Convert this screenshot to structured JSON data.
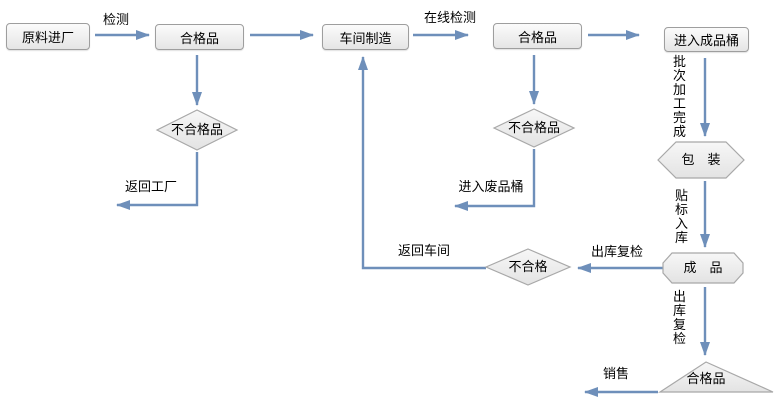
{
  "colors": {
    "arrow": "#6e8fba",
    "shape_fill_top": "#f7f7f7",
    "shape_fill_bottom": "#e3e3e3",
    "shape_border": "#a8a8a8",
    "text": "#000000"
  },
  "nodes": {
    "raw_material": {
      "label": "原料进厂",
      "shape": "rounded-rect"
    },
    "qualified_a": {
      "label": "合格品",
      "shape": "rounded-rect"
    },
    "workshop": {
      "label": "车间制造",
      "shape": "rounded-rect"
    },
    "qualified_b": {
      "label": "合格品",
      "shape": "rounded-rect"
    },
    "finished_barrel": {
      "label": "进入成品桶",
      "shape": "rounded-rect"
    },
    "unqualified_a": {
      "label": "不合格品",
      "shape": "diamond"
    },
    "unqualified_b": {
      "label": "不合格品",
      "shape": "diamond"
    },
    "packaging": {
      "label": "包　装",
      "shape": "hexagon"
    },
    "finished_product": {
      "label": "成　品",
      "shape": "octagon"
    },
    "recheck_fail": {
      "label": "不合格",
      "shape": "diamond"
    },
    "qualified_final": {
      "label": "合格品",
      "shape": "triangle"
    }
  },
  "edge_labels": {
    "inspection": "检测",
    "online_inspection": "在线检测",
    "return_factory": "返回工厂",
    "enter_waste_barrel": "进入废品桶",
    "batch_processing_done": "批次加工完成",
    "label_and_store": "贴标入库",
    "outbound_recheck_vertical": "出库复检",
    "outbound_recheck": "出库复检",
    "return_workshop": "返回车间",
    "sales": "销售"
  }
}
